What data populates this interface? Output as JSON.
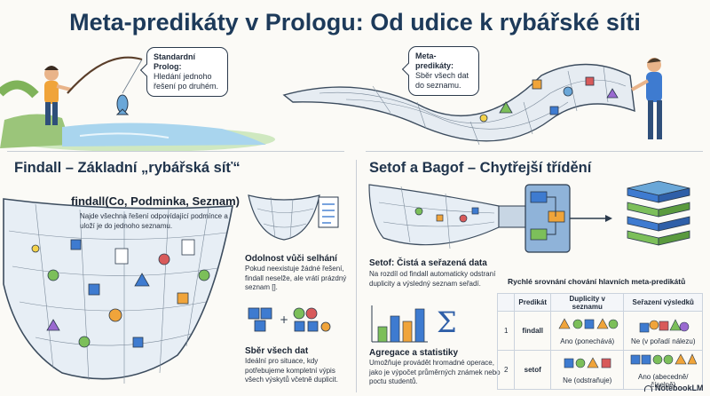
{
  "title": "Meta-predikáty v Prologu: Od udice k rybářské síti",
  "top": {
    "left_bubble": {
      "heading": "Standardní Prolog:",
      "text": "Hledání jednoho řešení po druhém."
    },
    "right_bubble": {
      "heading": "Meta-predikáty:",
      "text": "Sběr všech dat do seznamu."
    }
  },
  "findall": {
    "section_title": "Findall – Základní „rybářská síť“",
    "signature": "findall(Co, Podminka, Seznam)",
    "description": "Najde všechna řešení odpovídající podmínce a uloží je do jednoho seznamu.",
    "robust": {
      "heading": "Odolnost vůči selhání",
      "text": "Pokud neexistuje žádné řešení, findall neselže, ale vrátí prázdný seznam []."
    },
    "collect": {
      "heading": "Sběr všech dat",
      "text": "Ideální pro situace, kdy potřebujeme kompletní výpis všech výskytů včetně duplicit."
    }
  },
  "setof": {
    "section_title": "Setof a Bagof – Chytřejší třídění",
    "clean": {
      "heading": "Setof: Čistá a seřazená data",
      "text": "Na rozdíl od findall automaticky odstraní duplicity a výsledný seznam seřadí."
    },
    "aggr": {
      "heading": "Agregace a statistiky",
      "text": "Umožňuje provádět hromadné operace, jako je výpočet průměrných známek nebo poctu studentů."
    },
    "sigma": "Σ"
  },
  "comparison": {
    "title": "Rychlé srovnání chování hlavních meta-predikátů",
    "headers": [
      "Predikát",
      "Duplicity v seznamu",
      "Seřazení výsledků"
    ],
    "rows": [
      {
        "num": "1",
        "name": "findall",
        "dup": "Ano (ponechává)",
        "sort": "Ne (v pořadí nálezu)"
      },
      {
        "num": "2",
        "name": "setof",
        "dup": "Ne (odstraňuje)",
        "sort": "Ano (abecedně/číselně)"
      }
    ]
  },
  "logo": "NotebookLM",
  "colors": {
    "title": "#1d3a5a",
    "net": "#3c4c5e",
    "water": "#8fc7e6",
    "grass": "#8cbf5a"
  }
}
